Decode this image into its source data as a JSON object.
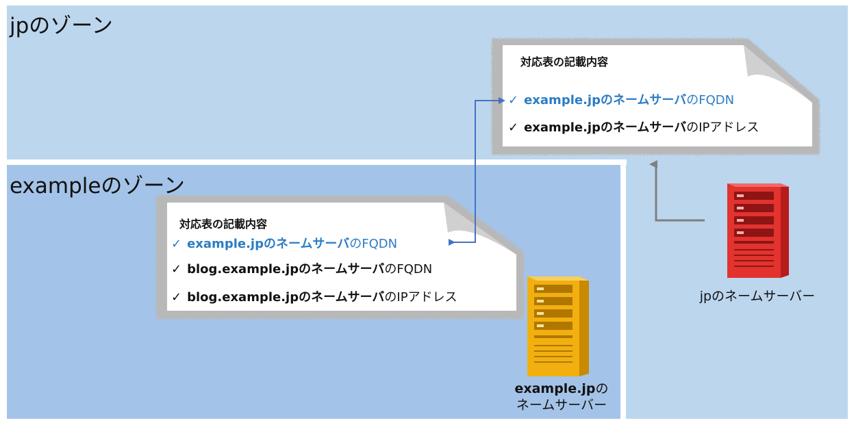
{
  "zones": {
    "jp": {
      "title": "jpのゾーン"
    },
    "example": {
      "title": "exampleのゾーン"
    }
  },
  "jp_card": {
    "heading": "対応表の記載内容",
    "entries": [
      {
        "check": "✓",
        "bold": "example.jpのネームサーバ",
        "rest": "のFQDN",
        "highlight": true
      },
      {
        "check": "✓",
        "bold": "example.jpのネームサーバ",
        "rest": "のIPアドレス",
        "highlight": false
      }
    ]
  },
  "example_card": {
    "heading": "対応表の記載内容",
    "entries": [
      {
        "check": "✓",
        "bold": "example.jpのネームサーバ",
        "rest": "のFQDN",
        "highlight": true
      },
      {
        "check": "✓",
        "bold": "blog.example.jpのネームサーバ",
        "rest": "のFQDN",
        "highlight": false
      },
      {
        "check": "✓",
        "bold": "blog.example.jpのネームサーバ",
        "rest": "のIPアドレス",
        "highlight": false
      }
    ]
  },
  "servers": {
    "jp": {
      "label": "jpのネームサーバー",
      "color": "#e2332f"
    },
    "example": {
      "label_bold": "example.jp",
      "label_rest": "の",
      "label_line2": "ネームサーバー",
      "color": "#f1b00f"
    }
  },
  "colors": {
    "zone_jp": "#bcd6ee",
    "zone_example": "#a4c3e8",
    "highlight_text": "#2b7cc4",
    "link_arrow": "#4472c4",
    "delegation_arrow": "#7f7f7f"
  }
}
